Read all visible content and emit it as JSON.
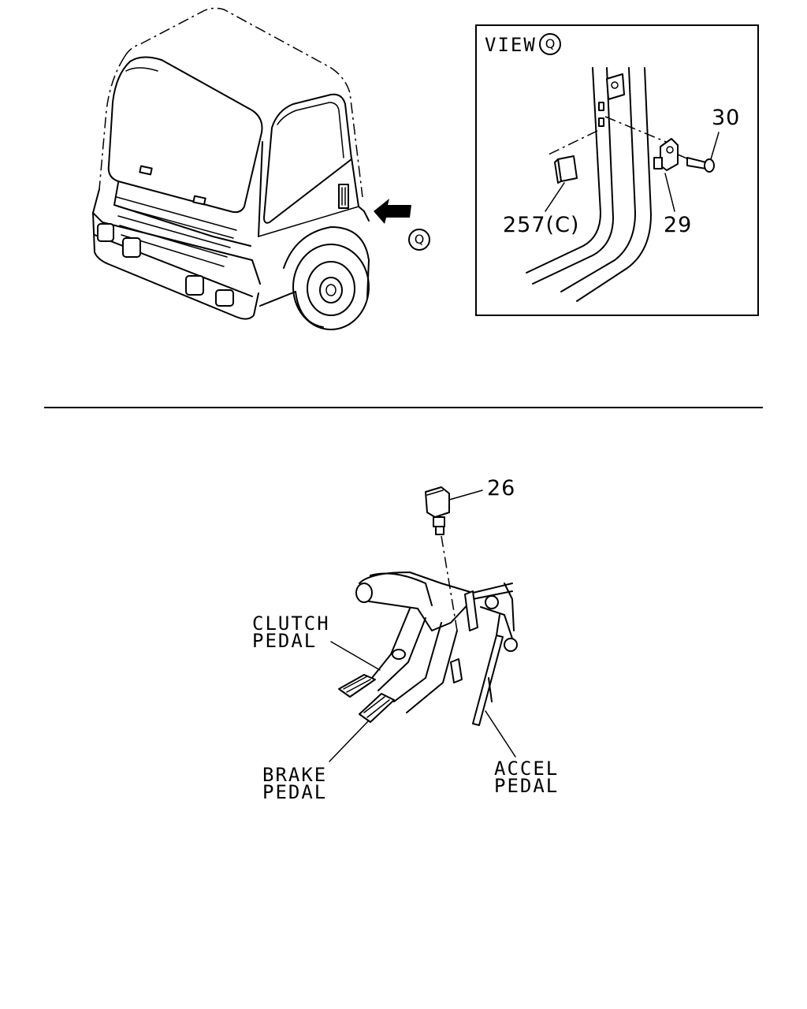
{
  "view_box": {
    "title": "VIEW",
    "marker": "Q"
  },
  "truck_marker": "Q",
  "callouts": {
    "part_30": "30",
    "part_257c": "257(C)",
    "part_29": "29",
    "part_26": "26"
  },
  "pedal_labels": {
    "clutch_line1": "CLUTCH",
    "clutch_line2": "PEDAL",
    "brake_line1": "BRAKE",
    "brake_line2": "PEDAL",
    "accel_line1": "ACCEL",
    "accel_line2": "PEDAL"
  }
}
